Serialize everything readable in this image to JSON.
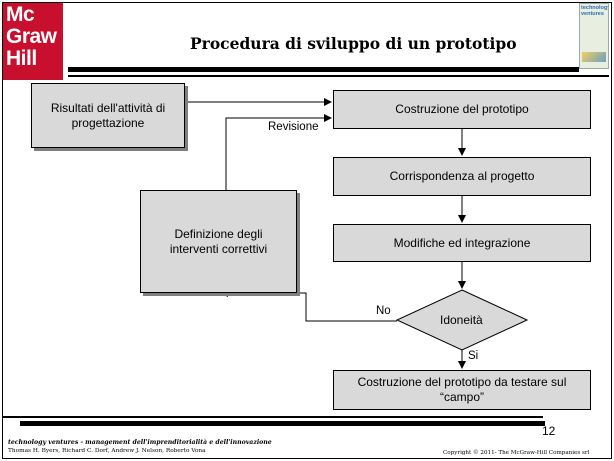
{
  "logo": {
    "line1": "Mc",
    "line2": "Graw",
    "line3": "Hill"
  },
  "book": {
    "title": "technology ventures"
  },
  "title": "Procedura di sviluppo di un prototipo",
  "boxes": {
    "risultati": "Risultati dell'attività di progettazione",
    "costruzione": "Costruzione del prototipo",
    "corrispondenza": "Corrispondenza al progetto",
    "modifiche": "Modifiche ed integrazione",
    "definizione": "Definizione degli interventi correttivi",
    "finale": "Costruzione del prototipo da testare sul “campo”"
  },
  "decision": "Idoneità",
  "labels": {
    "revisione": "Revisione",
    "no": "No",
    "si": "Si"
  },
  "footer": {
    "book_title": "technology ventures - management dell'imprenditorialità e dell'innovazione",
    "authors": "Thomas H. Byers, Richard C. Dorf, Andrew J. Nelson, Roberto Vona",
    "copyright": "Copyright © 2011- The McGraw-Hill Companies srl",
    "page": "12"
  },
  "colors": {
    "box_fill": "#d9d9d9",
    "logo_red": "#c8102e"
  }
}
